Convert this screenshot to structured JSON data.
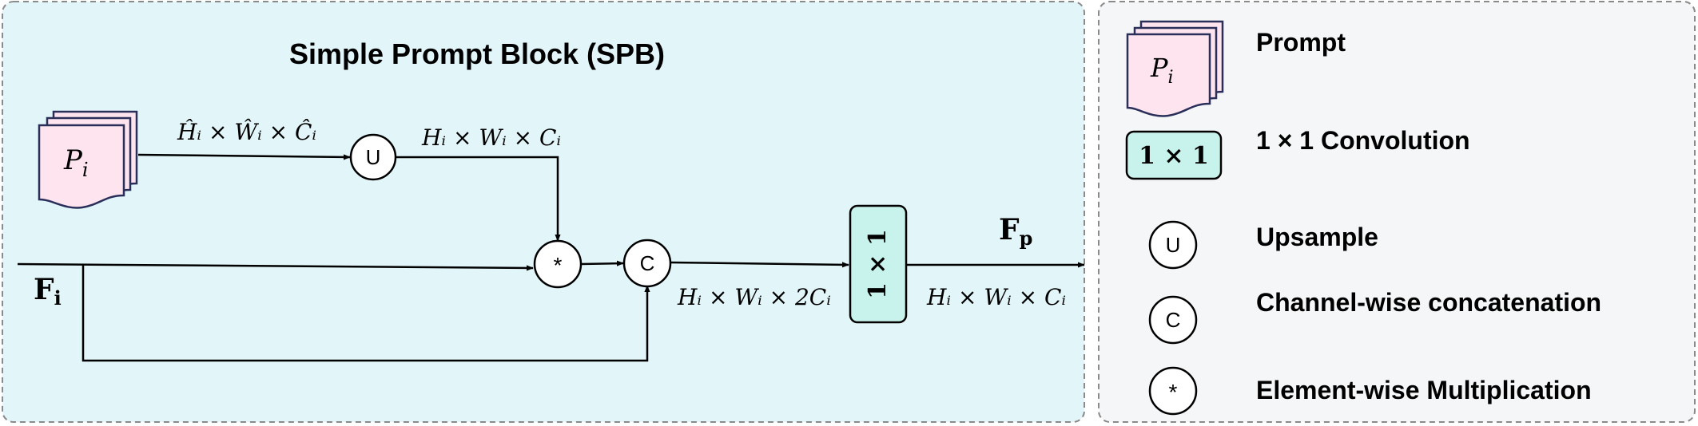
{
  "colors": {
    "main_panel_bg": "#e2f6fa",
    "legend_panel_bg": "#f4f6f8",
    "panel_border": "#8a8a8a",
    "prompt_fill": "#fde4ee",
    "prompt_stroke": "#2a2f5a",
    "conv_fill": "#c8f2ec",
    "line": "#000000"
  },
  "spb": {
    "title": "Simple Prompt Block (SPB)",
    "prompt_symbol": "P",
    "prompt_subscript": "i",
    "input_label": "F",
    "input_subscript": "i",
    "output_label": "F",
    "output_subscript": "p",
    "upsample_symbol": "U",
    "concat_symbol": "C",
    "multiply_symbol": "*",
    "conv_label": "1 × 1",
    "dim_prompt": "Ĥᵢ × Ŵᵢ × Ĉᵢ",
    "dim_upsampled": "Hᵢ × Wᵢ × Cᵢ",
    "dim_concat": "Hᵢ × Wᵢ × 2Cᵢ",
    "dim_output": "Hᵢ × Wᵢ × Cᵢ"
  },
  "legend": {
    "prompt_symbol": "P",
    "prompt_subscript": "i",
    "prompt_label": "Prompt",
    "conv_box_label": "1 × 1",
    "conv_label": "1 × 1 Convolution",
    "upsample_symbol": "U",
    "upsample_label": "Upsample",
    "concat_symbol": "C",
    "concat_label": "Channel-wise concatenation",
    "multiply_symbol": "*",
    "multiply_label": "Element-wise Multiplication"
  }
}
